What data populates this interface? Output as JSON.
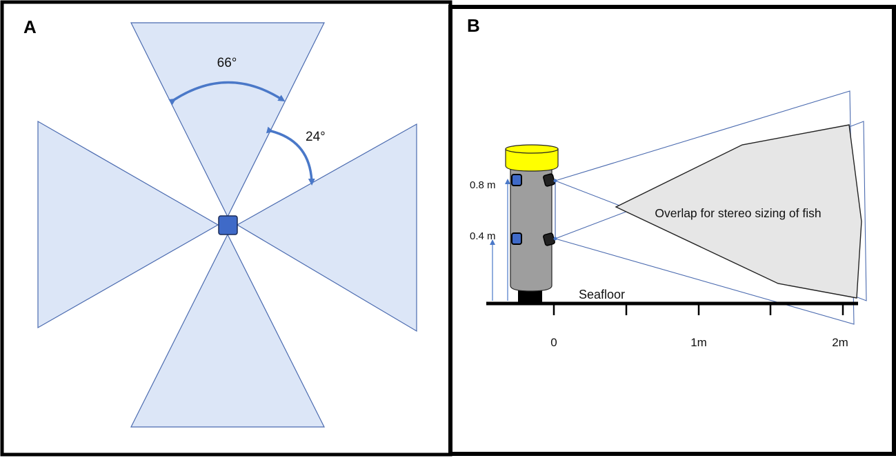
{
  "panels": {
    "a": {
      "letter": "A",
      "angle_fov": "66°",
      "angle_gap": "24°"
    },
    "b": {
      "letter": "B",
      "height_upper": "0.8 m",
      "height_lower": "0.4 m",
      "overlap_text": "Overlap for stereo sizing of fish",
      "seafloor_text": "Seafloor",
      "ticks": [
        "0",
        "1m",
        "2m"
      ]
    }
  },
  "colors": {
    "cone_fill": "#dce6f7",
    "cone_stroke": "#4a6aaf",
    "camera": "#3f6ac8",
    "arrow": "#4a78c8",
    "buoy": "#ffff00",
    "frame_body": "#9e9e9e",
    "overlap_fill": "#e6e6e6"
  }
}
